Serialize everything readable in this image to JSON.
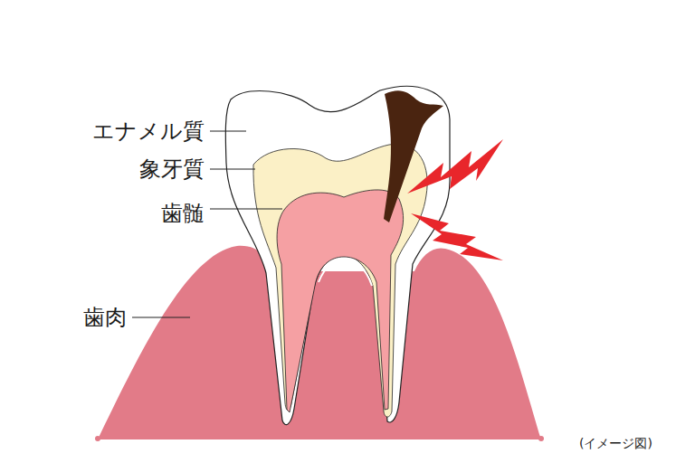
{
  "diagram": {
    "caption": "(イメージ図)",
    "labels": [
      "エナメル質",
      "象牙質",
      "歯髄",
      "歯肉"
    ]
  }
}
